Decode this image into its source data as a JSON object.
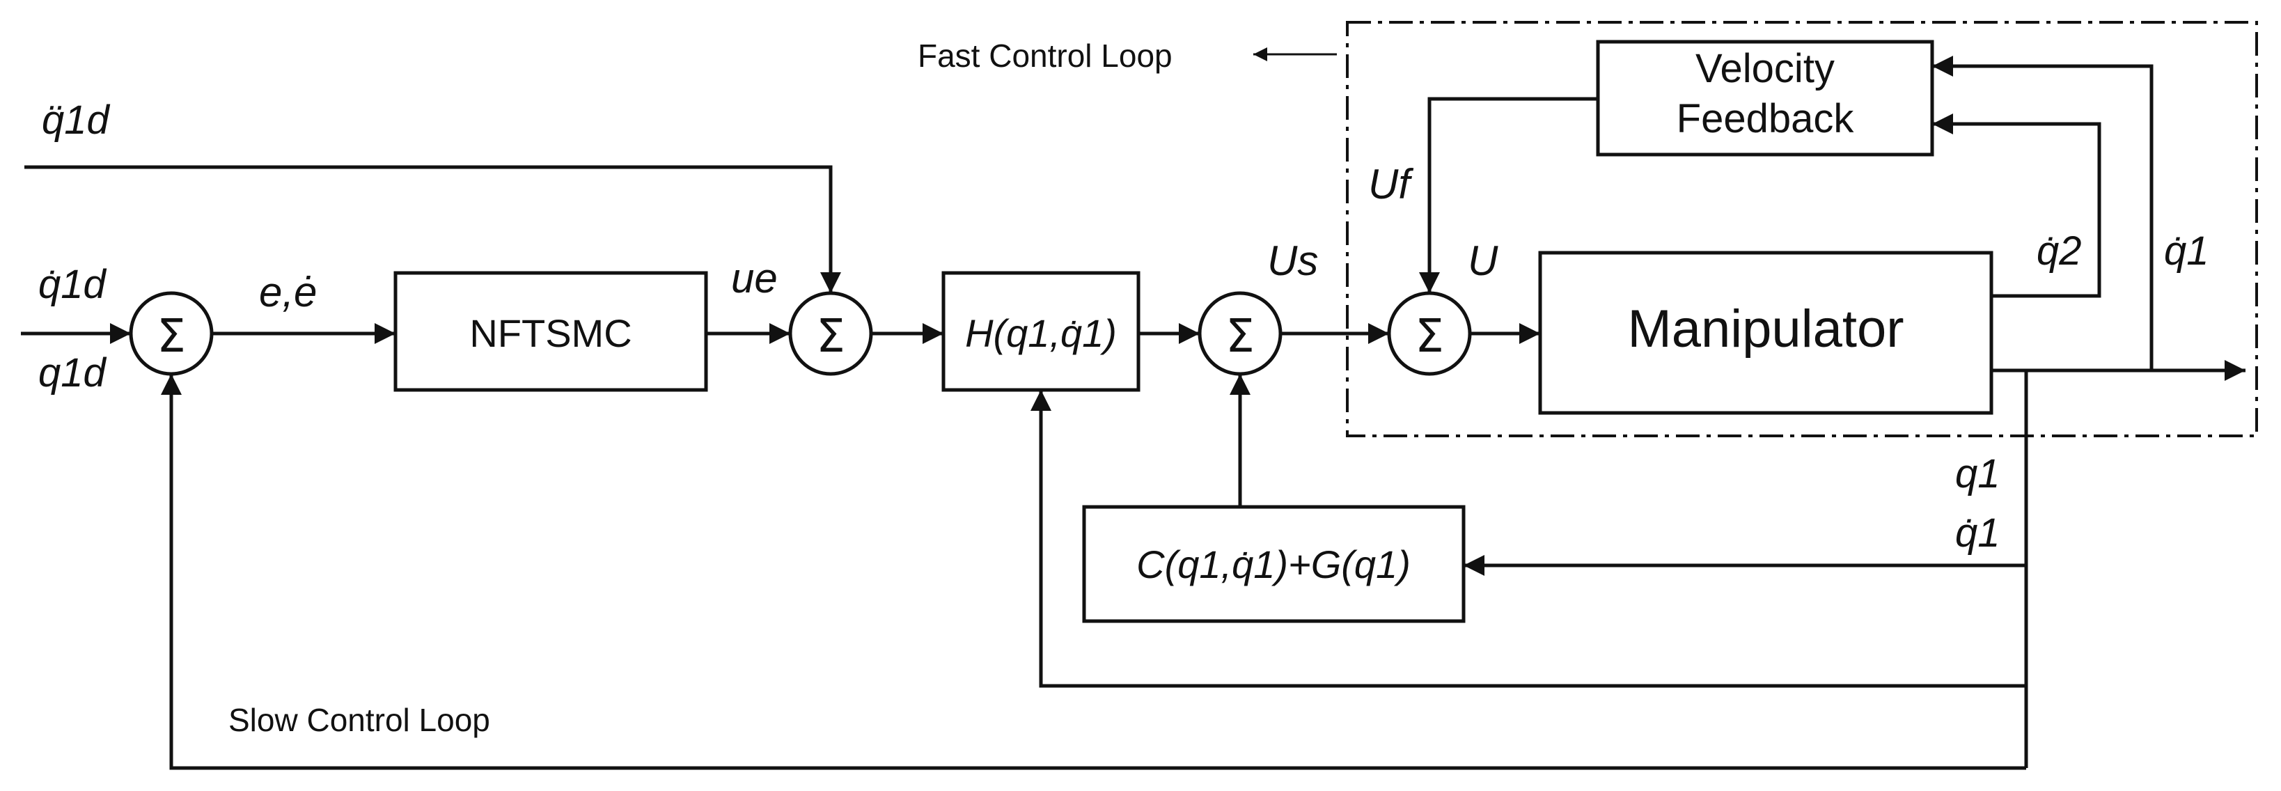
{
  "labels": {
    "fast_loop": "Fast Control Loop",
    "slow_loop": "Slow Control Loop"
  },
  "blocks": {
    "nftsmc": "NFTSMC",
    "manipulator": "Manipulator",
    "velocity_feedback_line1": "Velocity",
    "velocity_feedback_line2": "Feedback",
    "h_block": "H(q1,q̇1)",
    "cg_block": "C(q1,q̇1)+G(q1)"
  },
  "summing_symbol": "Σ",
  "signals": {
    "qdd1d": "q̈1d",
    "qd1d": "q̇1d",
    "q1d": "q1d",
    "error": "e,ė",
    "ue": "ue",
    "Us": "Us",
    "Uf": "Uf",
    "U": "U",
    "qd2": "q̇2",
    "qd1_out": "q̇1",
    "q1_fb": "q1",
    "qd1_fb": "q̇1"
  }
}
